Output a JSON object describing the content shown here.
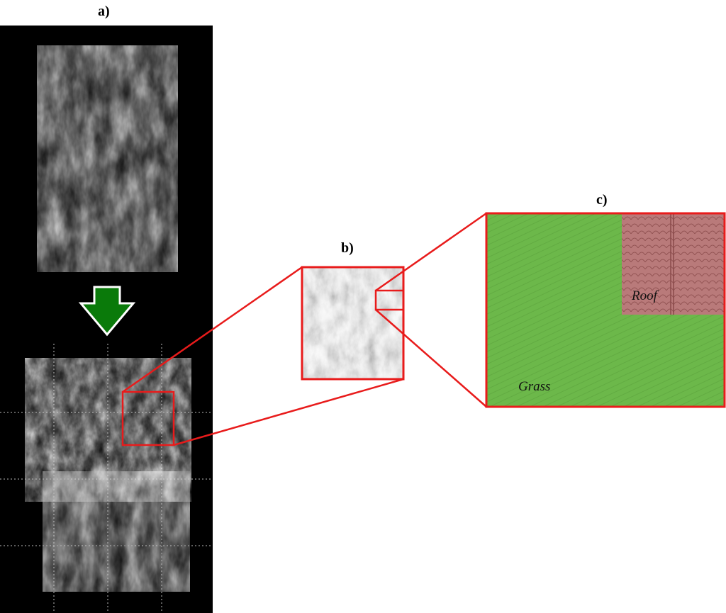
{
  "panels": {
    "a": {
      "label": "a)"
    },
    "b": {
      "label": "b)"
    },
    "c": {
      "label": "c)"
    }
  },
  "regions": {
    "grass": {
      "label": "Grass"
    },
    "roof": {
      "label": "Roof"
    }
  },
  "colors": {
    "panel_a_background": "#000000",
    "arrow": "#0a7a0a",
    "highlight": "#e81b1b",
    "grass": "#6cb84a",
    "roof": "#b97a7a",
    "grid": "#bbbbbb"
  },
  "icons": {
    "arrow": "down-arrow-icon"
  }
}
